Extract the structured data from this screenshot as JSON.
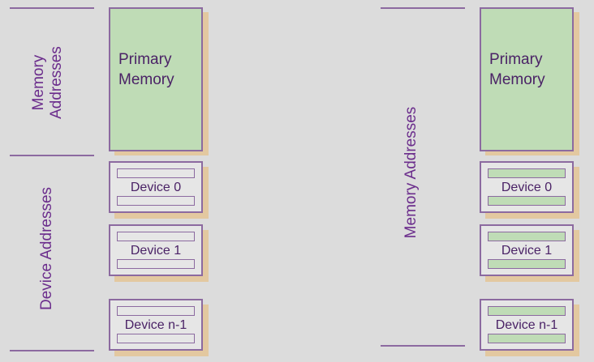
{
  "left_diagram": {
    "memory_axis_label_line1": "Memory",
    "memory_axis_label_line2": "Addresses",
    "device_axis_label": "Device Addresses",
    "memory_label_line1": "Primary",
    "memory_label_line2": "Memory",
    "devices": [
      "Device 0",
      "Device 1",
      "Device n-1"
    ]
  },
  "right_diagram": {
    "axis_label": "Memory Addresses",
    "memory_label_line1": "Primary",
    "memory_label_line2": "Memory",
    "devices": [
      "Device 0",
      "Device 1",
      "Device n-1"
    ]
  },
  "colors": {
    "memory_fill": "#bfdcb6",
    "device_fill": "#e6e6e6",
    "outline": "#8c6aa0",
    "shadow": "#e3c8a0",
    "text": "#6b2d8c"
  }
}
